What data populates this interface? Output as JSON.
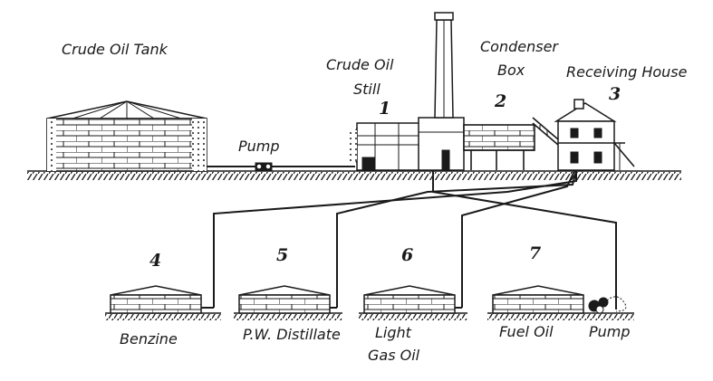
{
  "labels": {
    "crude_oil_tank": "Crude Oil Tank",
    "pump_main": "Pump",
    "crude_oil_still_line1": "Crude Oil",
    "crude_oil_still_line2": "Still",
    "condenser_line1": "Condenser",
    "condenser_line2": "Box",
    "receiving_house": "Receiving House",
    "benzine": "Benzine",
    "pw_distillate": "P.W. Distillate",
    "light_gas_oil_line1": "Light",
    "light_gas_oil_line2": "Gas Oil",
    "fuel_oil": "Fuel Oil",
    "pump_fuel": "Pump"
  },
  "numbers": {
    "still": "1",
    "condenser": "2",
    "receiving_house": "3",
    "benzine": "4",
    "pw_distillate": "5",
    "light_gas_oil": "6",
    "fuel_oil": "7"
  },
  "colors": {
    "ink": "#1a1a1a",
    "background": "#ffffff"
  }
}
